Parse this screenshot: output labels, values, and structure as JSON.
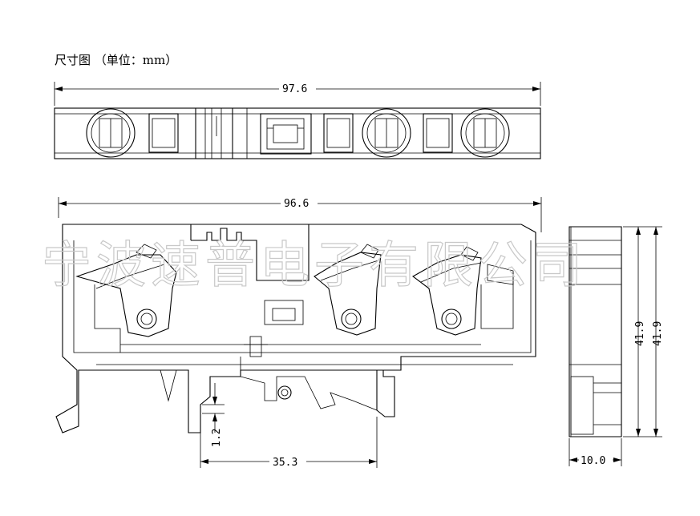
{
  "title": "尺寸图  （单位：mm）",
  "watermark": "宁波速普电子有限公司",
  "dimensions": {
    "top_length": "97.6",
    "front_length": "96.6",
    "foot_spacing": "35.3",
    "foot_height": "1.2",
    "side_height_a": "41.9",
    "side_height_b": "41.9",
    "side_width": "10.0"
  }
}
